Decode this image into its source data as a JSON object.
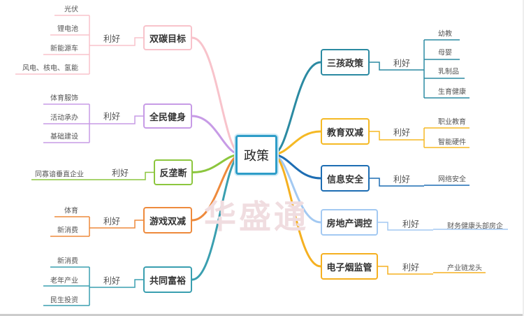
{
  "watermark": "华盛通",
  "center": {
    "label": "政策",
    "color": "#2e9dc8"
  },
  "topics": [
    {
      "label": "双碳目标",
      "relation": "利好",
      "color": "#f8c3cb",
      "leaves": [
        "光伏",
        "锂电池",
        "新能源车",
        "风电、核电、氢能"
      ]
    },
    {
      "label": "全民健身",
      "relation": "利好",
      "color": "#c79be6",
      "leaves": [
        "体育服饰",
        "活动承办",
        "基础建设"
      ]
    },
    {
      "label": "反垄断",
      "relation": "利好",
      "color": "#8cc63e",
      "leaves": [
        "同寡谙垂直企业"
      ]
    },
    {
      "label": "游戏双减",
      "relation": "利好",
      "color": "#ee8a3c",
      "leaves": [
        "体育",
        "新消费"
      ]
    },
    {
      "label": "共同富裕",
      "relation": "利好",
      "color": "#3a9fb0",
      "leaves": [
        "新消费",
        "老年产业",
        "民生投资"
      ]
    },
    {
      "label": "三孩政策",
      "relation": "利好",
      "color": "#2b8aa2",
      "leaves": [
        "幼教",
        "母婴",
        "乳制品",
        "生育健康"
      ]
    },
    {
      "label": "教育双减",
      "relation": "利好",
      "color": "#f5b924",
      "leaves": [
        "职业教育",
        "智能硬件"
      ]
    },
    {
      "label": "信息安全",
      "relation": "利好",
      "color": "#1d6db3",
      "leaves": [
        "网络安全"
      ]
    },
    {
      "label": "房地产调控",
      "relation": "利好",
      "color": "#a3c9f2",
      "leaves": [
        "财务健康头部房企"
      ]
    },
    {
      "label": "电子烟监管",
      "relation": "利好",
      "color": "#f5b020",
      "leaves": [
        "产业链龙头"
      ]
    }
  ]
}
